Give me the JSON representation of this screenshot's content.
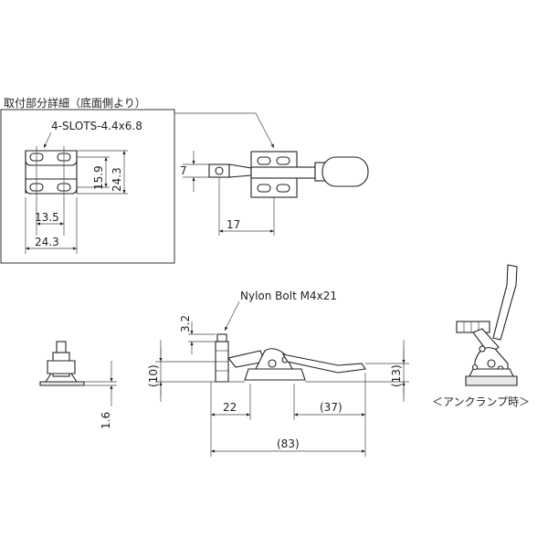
{
  "title": "取付部分詳細（底面側より）",
  "slots_label": "4-SLOTS-4.4x6.8",
  "nylon_label": "Nylon Bolt M4x21",
  "unclamp_label": "＜アンクランプ時＞",
  "dims": {
    "slot_15_9": "15.9",
    "slot_24_3_v": "24.3",
    "slot_13_5": "13.5",
    "slot_24_3_h": "24.3",
    "top_7": "7",
    "top_17": "17",
    "side_3_2": "3.2",
    "side_10": "(10)",
    "side_13": "(13)",
    "side_22": "22",
    "side_37": "(37)",
    "side_83": "(83)",
    "front_1_6": "1.6"
  }
}
